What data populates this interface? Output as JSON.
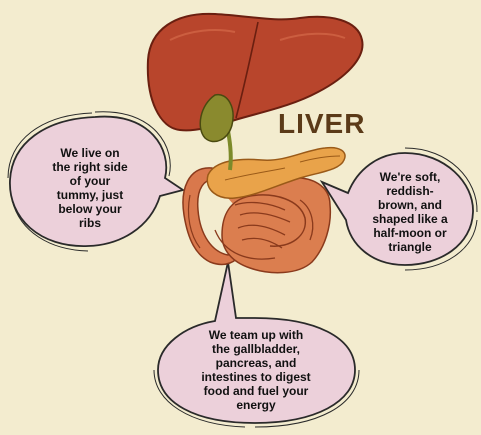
{
  "title": "LIVER",
  "colors": {
    "background": "#f3eccf",
    "bubble_fill": "#ecd0da",
    "title_color": "#5b3a18",
    "liver": "#b8452c",
    "gallbladder": "#8a8a2e",
    "pancreas": "#e9a34a",
    "intestine": "#d9784c"
  },
  "bubbles": {
    "left": [
      "We live on",
      "the right side",
      "of your",
      "tummy, just",
      "below your",
      "ribs"
    ],
    "right": [
      "We're soft,",
      "reddish-",
      "brown, and",
      "shaped like a",
      "half-moon or",
      "triangle"
    ],
    "bottom": [
      "We team up with",
      "the gallbladder,",
      "pancreas, and",
      "intestines to digest",
      "food and fuel your",
      "energy"
    ]
  }
}
